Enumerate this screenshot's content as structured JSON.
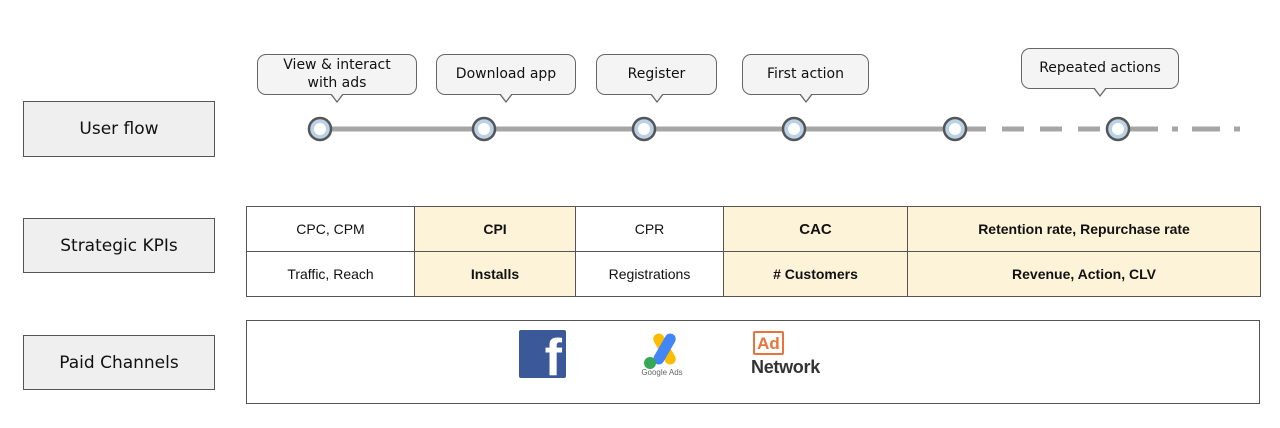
{
  "row_labels": {
    "user_flow": "User flow",
    "strategic_kpis": "Strategic KPIs",
    "paid_channels": "Paid Channels"
  },
  "user_flow_steps": [
    "View & interact\nwith ads",
    "Download app",
    "Register",
    "First action",
    "Repeated actions"
  ],
  "kpi_table": {
    "rows": [
      [
        "CPC, CPM",
        "CPI",
        "CPR",
        "CAC",
        "Retention rate, Repurchase rate"
      ],
      [
        "Traffic, Reach",
        "Installs",
        "Registrations",
        "# Customers",
        "Revenue, Action, CLV"
      ]
    ],
    "highlight_color": "#fdf3d8"
  },
  "channels": {
    "facebook": {
      "icon": "facebook-icon",
      "letter": "f",
      "color": "#3b5998"
    },
    "google_ads": {
      "icon": "google-ads-icon",
      "label": "Google Ads"
    },
    "ad_network": {
      "icon": "ad-network-icon",
      "badge": "Ad",
      "label": "Network",
      "accent": "#e8743b"
    }
  },
  "colors": {
    "timeline_line": "#a6a6a6",
    "node_fill": "#b9d2e8",
    "node_stroke": "#555555",
    "label_box_fill": "#efefef"
  }
}
